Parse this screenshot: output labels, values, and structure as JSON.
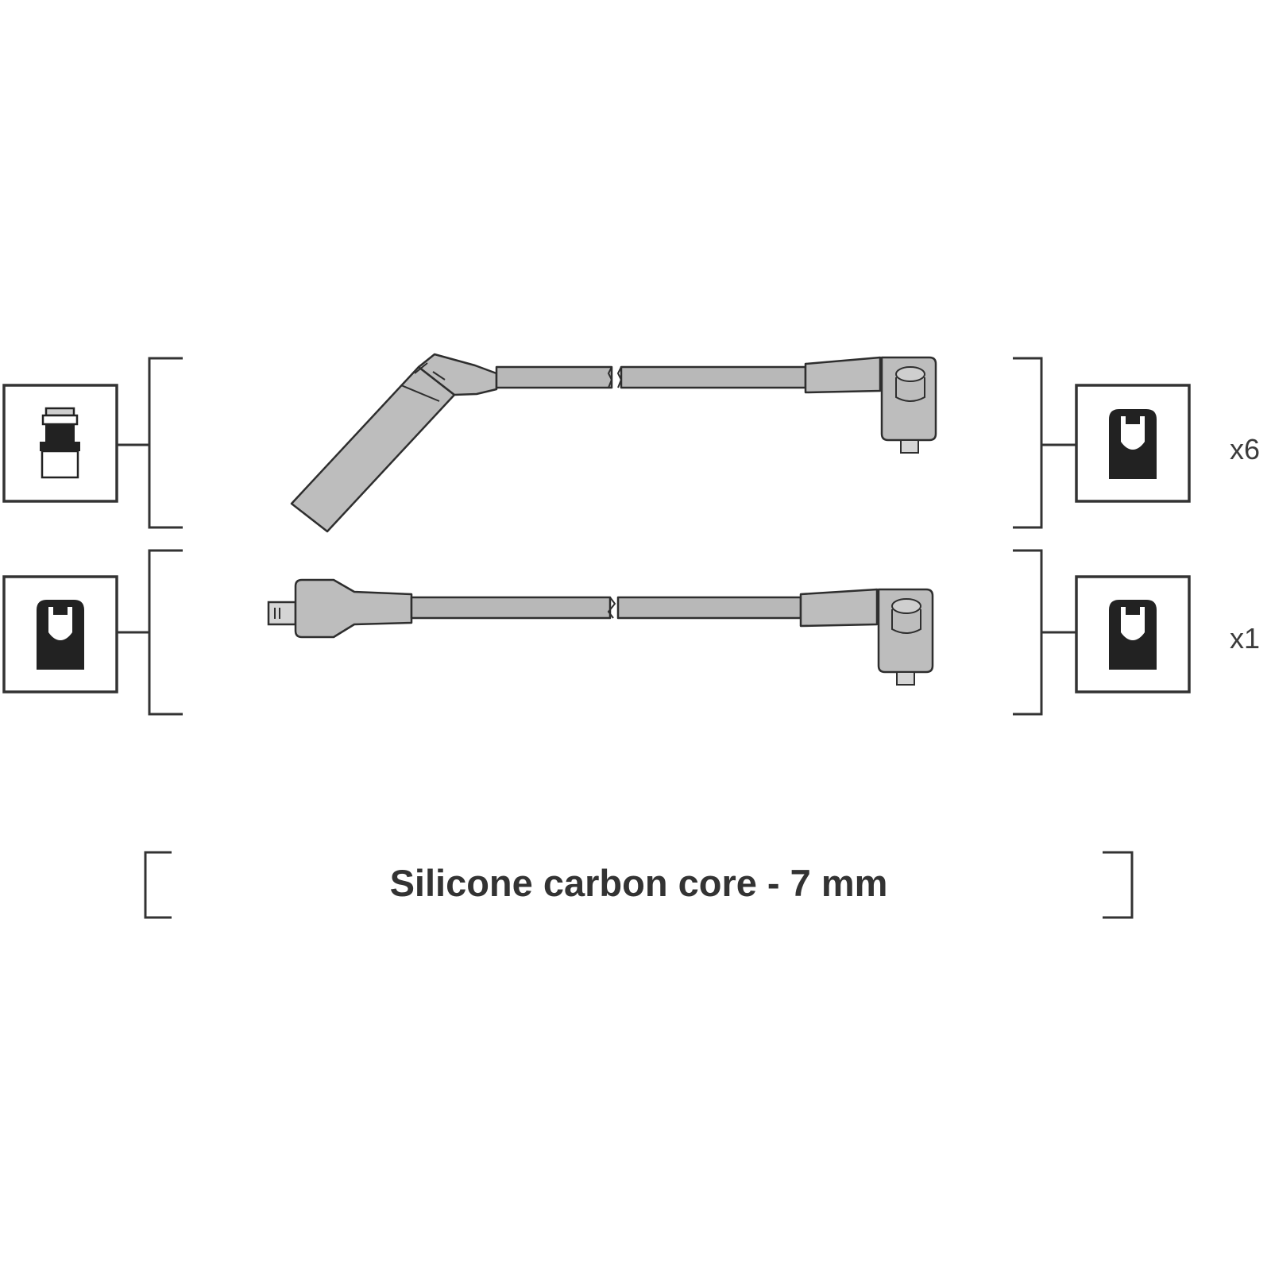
{
  "rows": [
    {
      "quantity": "x6"
    },
    {
      "quantity": "x1"
    }
  ],
  "spec": "Silicone carbon core - 7 mm",
  "colors": {
    "line": "#333333",
    "cable_fill": "#b8b8b8",
    "terminal_fill": "#222222"
  }
}
